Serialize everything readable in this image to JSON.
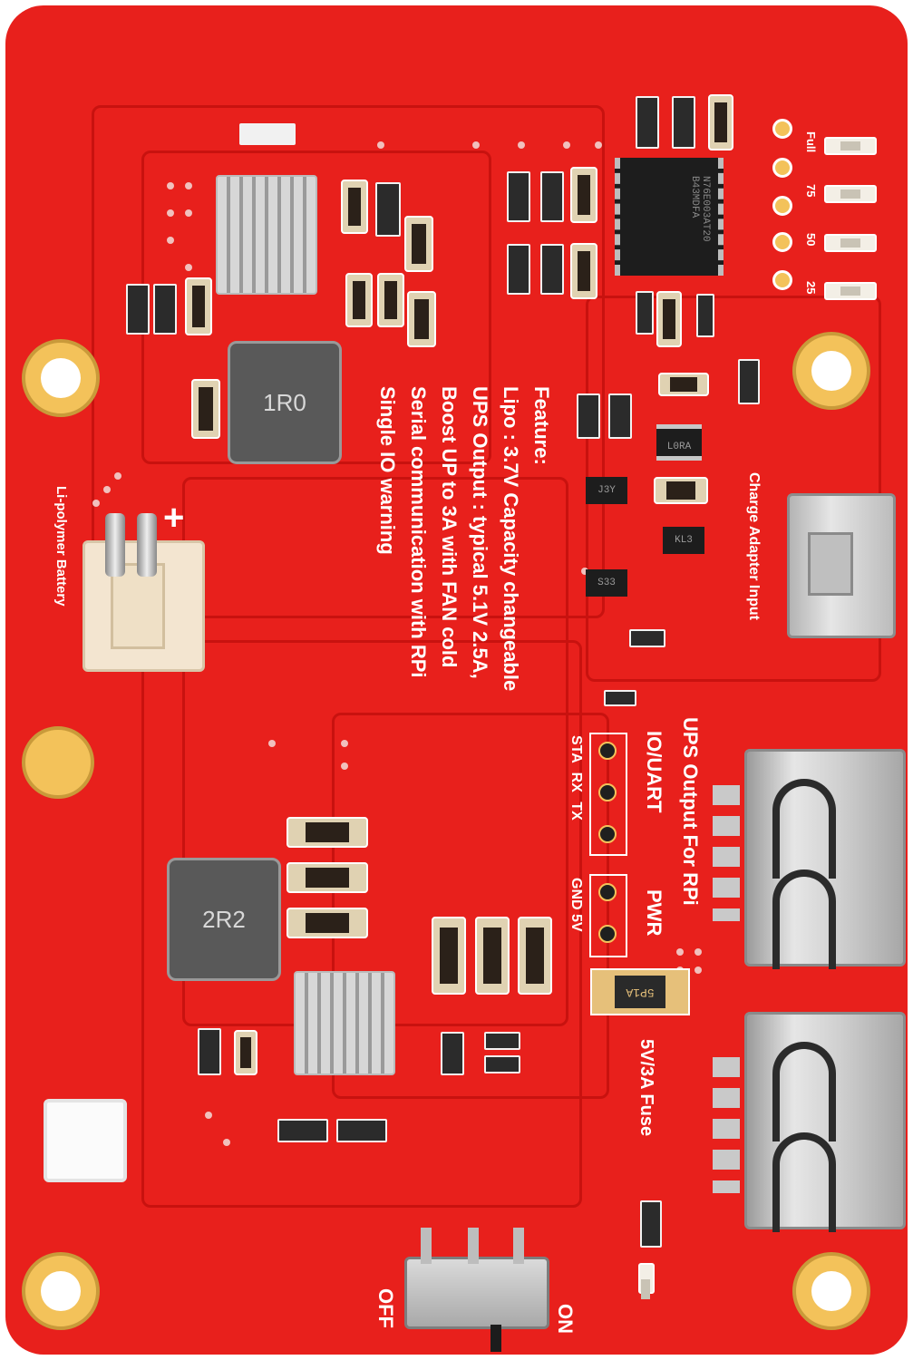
{
  "silkscreen": {
    "battery_label": "Li-polymer Battery",
    "plus_sign": "+",
    "feature_title": "Feature:",
    "feature_lines": [
      "Lipo : 3.7V Capacity changeable",
      "UPS Output : typical 5.1V 2.5A,",
      "Boost UP to 3A with FAN cold",
      "Serial communication with RPi",
      "Single IO warning"
    ],
    "charge_input_label": "Charge Adapter Input",
    "ups_output_label": "UPS Output For RPi",
    "io_uart_label": "IO/UART",
    "io_pins_label": "STA RX TX",
    "pwr_label": "PWR",
    "pwr_pins_label": "GND 5V",
    "fuse_label": "5V/3A Fuse",
    "led_labels": [
      "Full",
      "75",
      "50",
      "25"
    ],
    "off_label": "OFF",
    "on_label": "ON"
  },
  "components": {
    "inductor_top": "1R0",
    "inductor_bottom": "2R2",
    "fuse_marking": "5P1A",
    "chip_marking_1": "J3Y",
    "chip_marking_2": "S33",
    "chip_marking_3": "KL3",
    "chip_marking_4": "L0RA",
    "ic_marking": "N76E003AT20 B43MDFA"
  },
  "colors": {
    "pcb": "#e8201c",
    "silkscreen": "#ffffff",
    "gold_pad": "#f3c25a"
  }
}
